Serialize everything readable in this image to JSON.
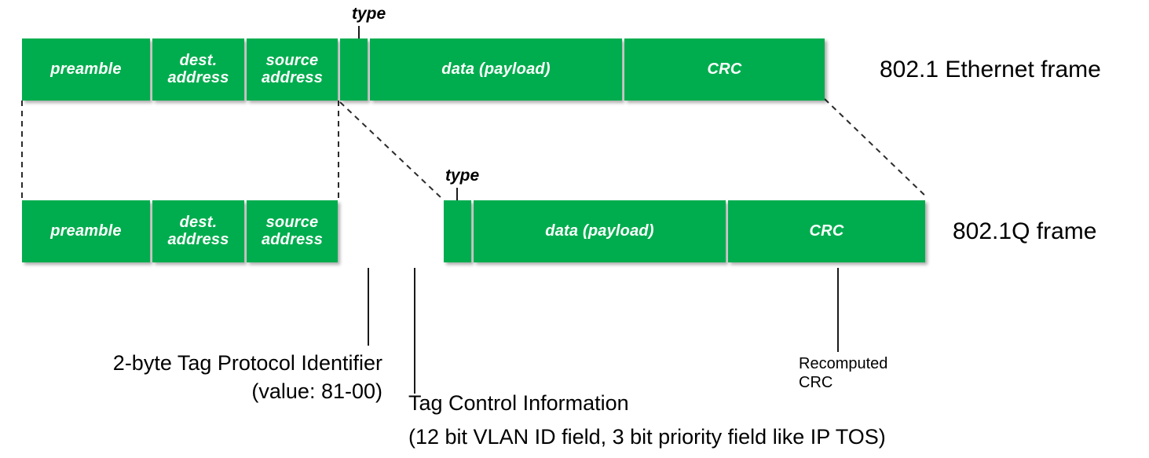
{
  "diagram": {
    "title": "802.1Q VLAN tagging frame format",
    "accent_color": "#00ad4e",
    "text_color": "#000000",
    "background": "#ffffff"
  },
  "ethernet_frame": {
    "caption": "802.1 Ethernet frame",
    "type_callout": "type",
    "fields": [
      {
        "label": "preamble"
      },
      {
        "label": "dest.\naddress"
      },
      {
        "label": "source\naddress"
      },
      {
        "label": ""
      },
      {
        "label": "data (payload)"
      },
      {
        "label": "CRC"
      }
    ]
  },
  "dot1q_frame": {
    "caption": "802.1Q frame",
    "type_callout": "type",
    "fields": [
      {
        "label": "preamble"
      },
      {
        "label": "dest.\naddress"
      },
      {
        "label": "source\naddress"
      },
      {
        "label": ""
      },
      {
        "label": "data (payload)"
      },
      {
        "label": "CRC"
      }
    ]
  },
  "annotations": {
    "tpid_line1": "2-byte Tag Protocol Identifier",
    "tpid_line2": "(value: 81-00)",
    "tci_line1": "Tag Control Information",
    "tci_line2": "(12 bit VLAN ID field, 3 bit priority field like IP TOS)",
    "recomputed_crc": "Recomputed\nCRC"
  }
}
